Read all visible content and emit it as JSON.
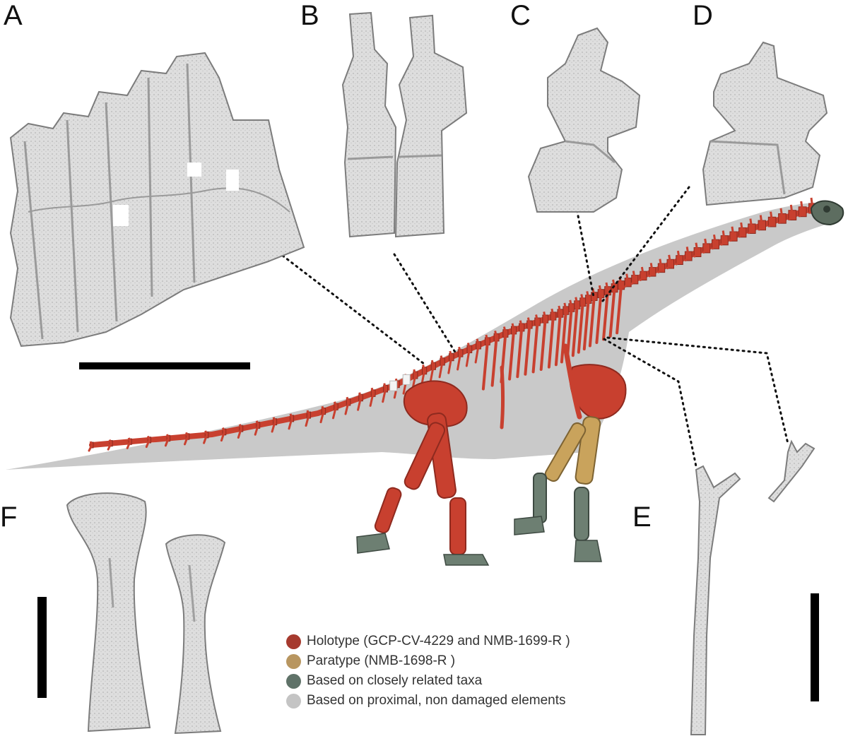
{
  "panels": {
    "a": "A",
    "b": "B",
    "c": "C",
    "d": "D",
    "e": "E",
    "f": "F"
  },
  "legend": {
    "items": [
      {
        "label": "Holotype (GCP-CV-4229 and NMB-1699-R )",
        "color": "#a63a2e"
      },
      {
        "label": "Paratype (NMB-1698-R )",
        "color": "#b89660"
      },
      {
        "label": "Based on closely related taxa",
        "color": "#5f7268"
      },
      {
        "label": "Based on proximal, non damaged elements",
        "color": "#c4c4c4"
      }
    ]
  },
  "colors": {
    "holotype": "#c8402f",
    "holotype_dark": "#8e2a1f",
    "paratype": "#c9a35c",
    "related": "#6d7f72",
    "silhouette": "#c9c9c9",
    "bone_scan": "#dcdcdc",
    "bone_shadow": "#9a9a9a",
    "scale_bar": "#000000"
  }
}
